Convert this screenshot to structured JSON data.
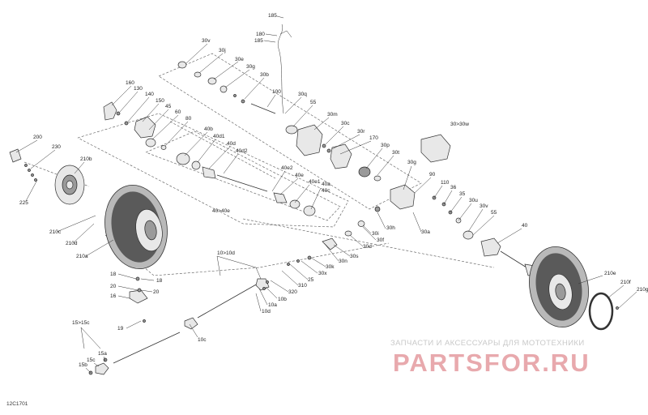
{
  "diagram": {
    "reference_code": "12C1701",
    "watermark": {
      "top_text": "ЗАПЧАСТИ И АКСЕССУАРЫ ДЛЯ МОТОТЕХНИКИ",
      "logo_text": "PARTSFOR.RU"
    },
    "callouts": [
      "185",
      "180",
      "185",
      "30v",
      "30j",
      "30e",
      "30g",
      "30b",
      "100",
      "30q",
      "55",
      "160",
      "130",
      "140",
      "150",
      "45",
      "60",
      "80",
      "40b",
      "40d1",
      "40d",
      "40d2",
      "30m",
      "30c",
      "30r",
      "170",
      "30p",
      "30t",
      "30>30w",
      "200",
      "230",
      "210b",
      "225",
      "40e2",
      "40e",
      "40e1",
      "40a",
      "40c",
      "40>40e",
      "30g",
      "90",
      "110",
      "36",
      "35",
      "30u",
      "30v",
      "55",
      "30a",
      "30h",
      "30i",
      "30d",
      "30f",
      "30s",
      "30n",
      "30k",
      "30x",
      "25",
      "310",
      "320",
      "10b",
      "10a",
      "10d",
      "10>10d",
      "210c",
      "210d",
      "210a",
      "18",
      "20",
      "16",
      "18",
      "20",
      "19",
      "15>15c",
      "15a",
      "15c",
      "15b",
      "10c",
      "40",
      "210e",
      "210f",
      "210g"
    ]
  }
}
